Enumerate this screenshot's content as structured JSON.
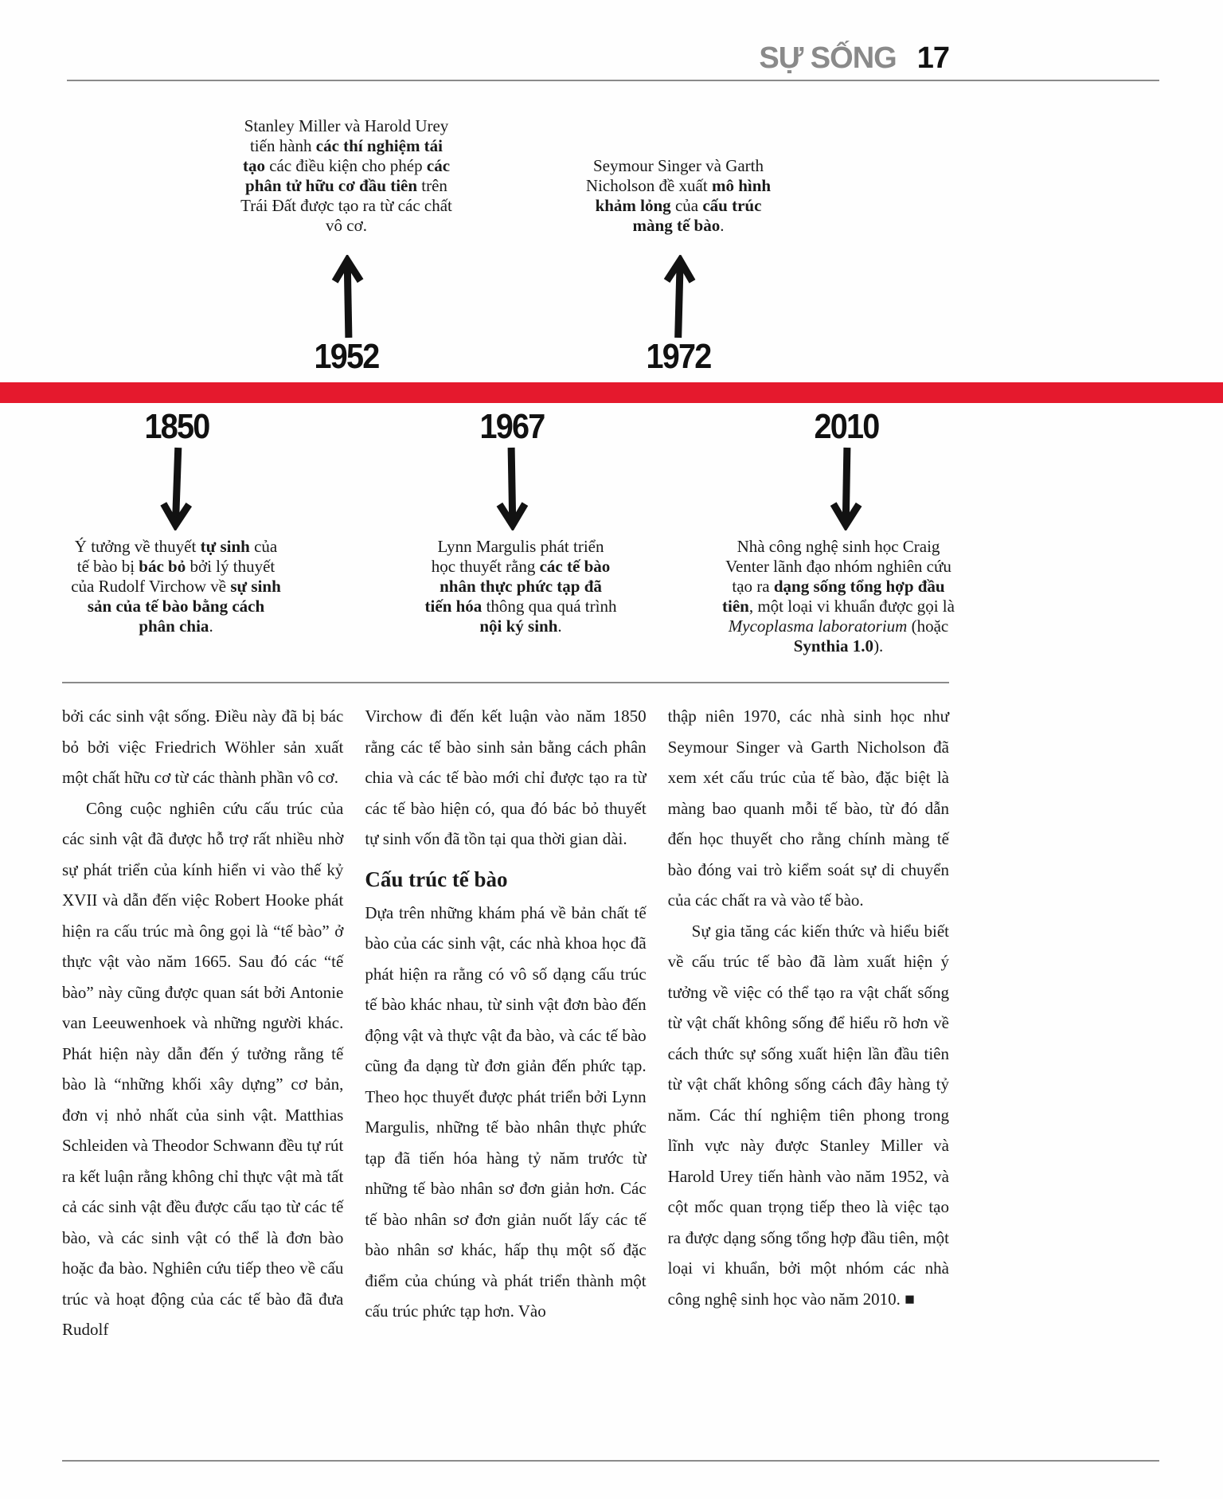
{
  "colors": {
    "accent": "#e5192d",
    "rule": "#8a8a8a",
    "muted": "#8a8a8a"
  },
  "header": {
    "section_title": "SỰ SỐNG",
    "page_number": "17"
  },
  "timeline": {
    "top_events": [
      {
        "year": "1952",
        "segments": [
          {
            "t": "Stanley Miller và Harold Urey tiến hành "
          },
          {
            "t": "các thí nghiệm tái tạo",
            "b": true
          },
          {
            "t": " các điều kiện cho phép "
          },
          {
            "t": "các phân tử hữu cơ đầu tiên",
            "b": true
          },
          {
            "t": " trên Trái Đất được tạo ra từ các chất vô cơ."
          }
        ]
      },
      {
        "year": "1972",
        "segments": [
          {
            "t": "Seymour Singer và Garth Nicholson đề xuất "
          },
          {
            "t": "mô hình khảm lỏng",
            "b": true
          },
          {
            "t": " của "
          },
          {
            "t": "cấu trúc màng tế bào",
            "b": true
          },
          {
            "t": "."
          }
        ]
      }
    ],
    "bottom_events": [
      {
        "year": "1850",
        "segments": [
          {
            "t": "Ý tưởng về thuyết "
          },
          {
            "t": "tự sinh",
            "b": true
          },
          {
            "t": " của tế bào bị "
          },
          {
            "t": "bác bỏ",
            "b": true
          },
          {
            "t": " bởi lý thuyết của Rudolf Virchow về "
          },
          {
            "t": "sự sinh sản của tế bào bằng cách phân chia",
            "b": true
          },
          {
            "t": "."
          }
        ]
      },
      {
        "year": "1967",
        "segments": [
          {
            "t": "Lynn Margulis phát triển học thuyết rằng "
          },
          {
            "t": "các tế bào nhân thực phức tạp đã tiến hóa",
            "b": true
          },
          {
            "t": " thông qua quá trình "
          },
          {
            "t": "nội ký sinh",
            "b": true
          },
          {
            "t": "."
          }
        ]
      },
      {
        "year": "2010",
        "segments": [
          {
            "t": "Nhà công nghệ sinh học Craig Venter lãnh đạo nhóm nghiên cứu tạo ra "
          },
          {
            "t": "dạng sống tổng hợp đầu tiên",
            "b": true
          },
          {
            "t": ", một loại vi khuẩn được gọi là "
          },
          {
            "t": "Mycoplasma laboratorium",
            "i": true
          },
          {
            "t": " (hoặc "
          },
          {
            "t": "Synthia 1.0",
            "b": true
          },
          {
            "t": ")."
          }
        ]
      }
    ]
  },
  "body": {
    "heading": "Cấu trúc tế bào",
    "col1_p1": "bởi các sinh vật sống. Điều này đã bị bác bỏ bởi việc Friedrich Wöhler sản xuất một chất hữu cơ từ các thành phần vô cơ.",
    "col1_p2": "Công cuộc nghiên cứu cấu trúc của các sinh vật đã được hỗ trợ rất nhiều nhờ sự phát triển của kính hiển vi vào thế kỷ XVII và dẫn đến việc Robert Hooke phát hiện ra cấu trúc mà ông gọi là “tế bào” ở thực vật vào năm 1665. Sau đó các “tế bào” này cũng được quan sát bởi Antonie van Leeuwenhoek và những người khác. Phát hiện này dẫn đến ý tưởng rằng tế bào là “những khối xây dựng” cơ bản, đơn vị nhỏ nhất của sinh vật. Matthias Schleiden và Theodor Schwann đều tự rút ra kết luận rằng không chỉ thực vật mà tất cả các sinh vật đều được cấu tạo từ các tế bào, và các sinh vật có thể là đơn bào hoặc đa bào. Nghiên cứu tiếp theo về cấu trúc và hoạt động của các tế bào đã đưa Rudolf",
    "col2_p1": "Virchow đi đến kết luận vào năm 1850 rằng các tế bào sinh sản bằng cách phân chia và các tế bào mới chỉ được tạo ra từ các tế bào hiện có, qua đó bác bỏ thuyết tự sinh vốn đã tồn tại qua thời gian dài.",
    "col2_p2": "Dựa trên những khám phá về bản chất tế bào của các sinh vật, các nhà khoa học đã phát hiện ra rằng có vô số dạng cấu trúc tế bào khác nhau, từ sinh vật đơn bào đến động vật và thực vật đa bào, và các tế bào cũng đa dạng từ đơn giản đến phức tạp. Theo học thuyết được phát triển bởi Lynn Margulis, những tế bào nhân thực phức tạp đã tiến hóa hàng tỷ năm trước từ những tế bào nhân sơ đơn giản hơn. Các tế bào nhân sơ đơn giản nuốt lấy các tế bào nhân sơ khác, hấp thụ một số đặc điểm của chúng và phát triển thành một cấu trúc phức tạp hơn. Vào",
    "col3_p1": "thập niên 1970, các nhà sinh học như Seymour Singer và Garth Nicholson đã xem xét cấu trúc của tế bào, đặc biệt là màng bao quanh mỗi tế bào, từ đó dẫn đến học thuyết cho rằng chính màng tế bào đóng vai trò kiểm soát sự di chuyển của các chất ra và vào tế bào.",
    "col3_p2": "Sự gia tăng các kiến thức và hiểu biết về cấu trúc tế bào đã làm xuất hiện ý tưởng về việc có thể tạo ra vật chất sống từ vật chất không sống để hiểu rõ hơn về cách thức sự sống xuất hiện lần đầu tiên từ vật chất không sống cách đây hàng tỷ năm. Các thí nghiệm tiên phong trong lĩnh vực này được Stanley Miller và Harold Urey tiến hành vào năm 1952, và cột mốc quan trọng tiếp theo là việc tạo ra được dạng sống tổng hợp đầu tiên, một loại vi khuẩn, bởi một nhóm các nhà công nghệ sinh học vào năm 2010. ■"
  }
}
